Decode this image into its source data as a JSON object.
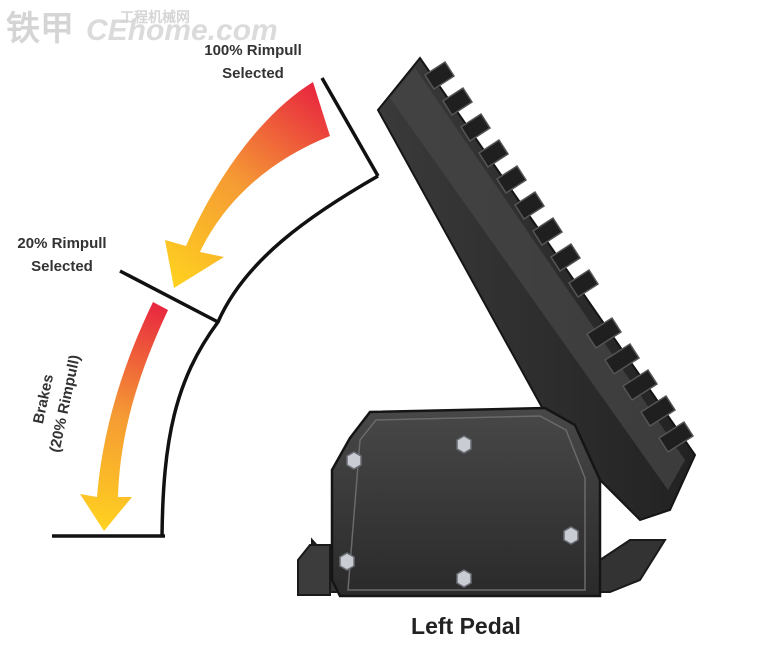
{
  "watermark": {
    "brand": "铁甲",
    "site": "CEhome.com",
    "tagline": "工程机械网"
  },
  "labels": {
    "rimpull_100_line1": "100% Rimpull",
    "rimpull_100_line2": "Selected",
    "rimpull_20_line1": "20% Rimpull",
    "rimpull_20_line2": "Selected",
    "brakes_line1": "Brakes",
    "brakes_line2": "(20% Rimpull)",
    "pedal_caption": "Left Pedal"
  },
  "colors": {
    "arrow_start": "#e8273f",
    "arrow_mid": "#f59a34",
    "arrow_end": "#ffd21f",
    "pedal_dark": "#2f2f2f",
    "pedal_mid": "#4a4a4a",
    "bolt": "#c9ccd2"
  }
}
